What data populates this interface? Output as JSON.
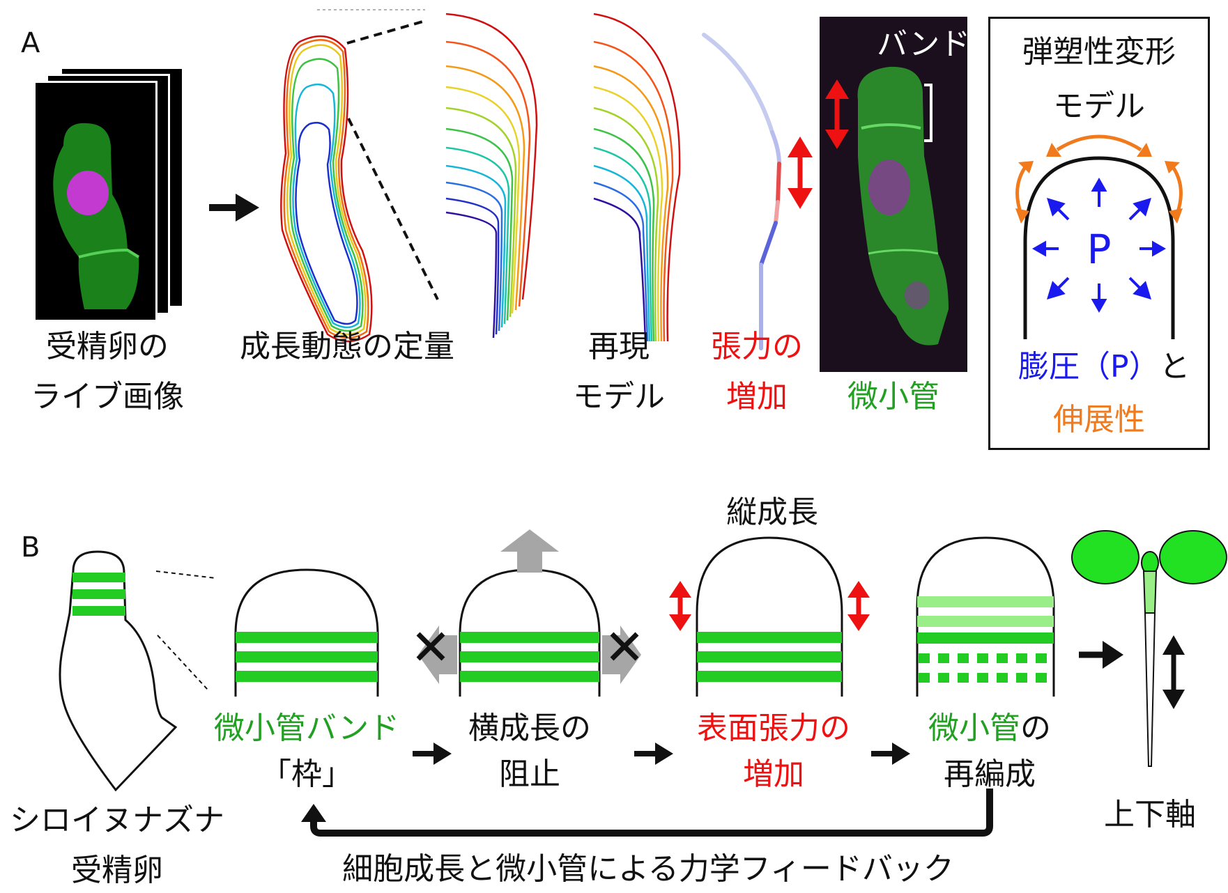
{
  "panel_a": {
    "letter": "A",
    "label_fertilized_live": [
      "受精卵の",
      "ライブ画像"
    ],
    "label_quantification": "成長動態の定量",
    "label_reproduction_model": [
      "再現",
      "モデル"
    ],
    "label_tension_increase": [
      "張力の",
      "増加"
    ],
    "label_band": "バンド",
    "label_microtubule": "微小管",
    "elastoplastic_box": {
      "title": [
        "弾塑性変形",
        "モデル"
      ],
      "pressure_symbol": "P",
      "turgor_label": "膨圧（P）",
      "conjunction": "と",
      "extensibility_label": "伸展性"
    }
  },
  "panel_b": {
    "letter": "B",
    "label_arabidopsis": [
      "シロイヌナズナ",
      "受精卵"
    ],
    "label_mt_band": "微小管バンド",
    "label_frame": "「枠」",
    "label_block_lateral": [
      "横成長の",
      "阻止"
    ],
    "label_longitudinal": "縦成長",
    "label_surface_tension": [
      "表面張力の",
      "増加"
    ],
    "label_mt_reorg_mt": "微小管",
    "label_mt_reorg_suffix": "の",
    "label_mt_reorg_line2": "再編成",
    "label_axis": "上下軸",
    "label_feedback": "細胞成長と微小管による力学フィードバック"
  },
  "colors": {
    "green": "#22a022",
    "red": "#ee1111",
    "blue": "#1a1aee",
    "orange": "#f07a1c",
    "band_green": "#22cc22",
    "light_green": "#99ee88",
    "arrow_gray": "#a6a6a6"
  }
}
